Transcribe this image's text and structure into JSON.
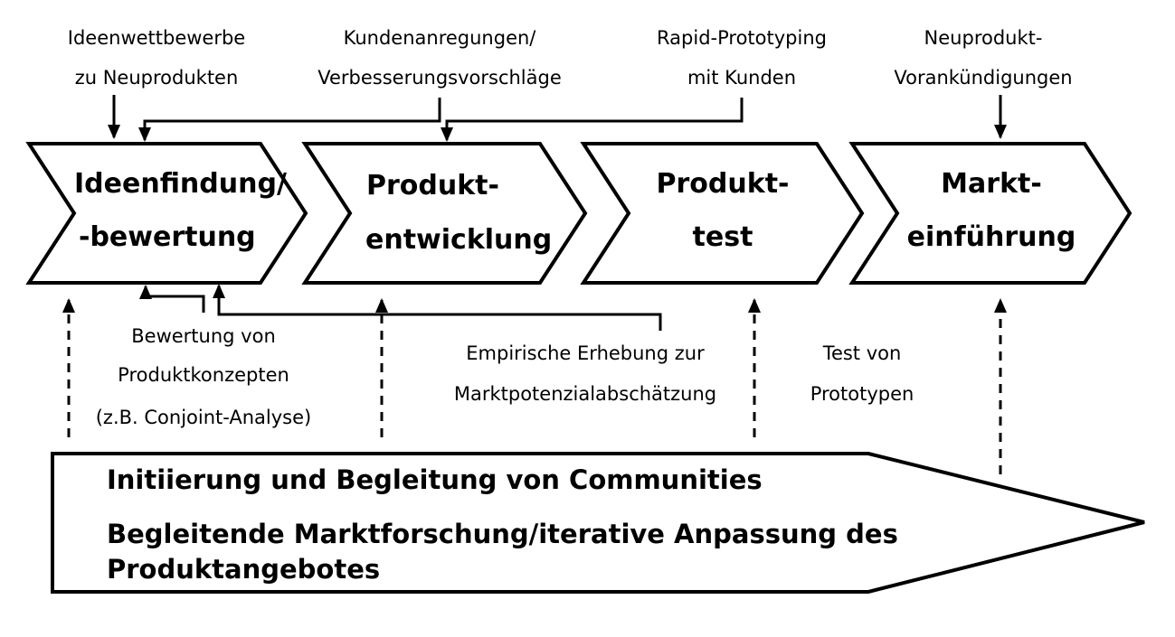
{
  "colors": {
    "stroke": "#000000",
    "fill": "#ffffff"
  },
  "stages": [
    {
      "line1": "Ideenfindung/",
      "line2": "-bewertung"
    },
    {
      "line1": "Produkt-",
      "line2": "entwicklung"
    },
    {
      "line1": "Produkt-",
      "line2": "test"
    },
    {
      "line1": "Markt-",
      "line2": "einführung"
    }
  ],
  "top_inputs": [
    {
      "line1": "Ideenwettbewerbe",
      "line2": "zu Neuprodukten"
    },
    {
      "line1": "Kundenanregungen/",
      "line2": "Verbesserungsvorschläge"
    },
    {
      "line1": "Rapid-Prototyping",
      "line2": "mit Kunden"
    },
    {
      "line1": "Neuprodukt-",
      "line2": "Vorankündigungen"
    }
  ],
  "bottom_inputs": {
    "concept_test": {
      "line1": "Bewertung von",
      "line2": "Produktkonzepten",
      "line3": "(z.B. Conjoint-Analyse)"
    },
    "market_survey": {
      "line1": "Empirische Erhebung zur",
      "line2": "Marktpotenzialabschätzung"
    },
    "prototype_test": {
      "line1": "Test von",
      "line2": "Prototypen"
    }
  },
  "bottom_arrow": {
    "line1": "Initiierung und Begleitung von Communities",
    "line2": "Begleitende Marktforschung/iterative Anpassung des",
    "line3": "Produktangebotes"
  }
}
